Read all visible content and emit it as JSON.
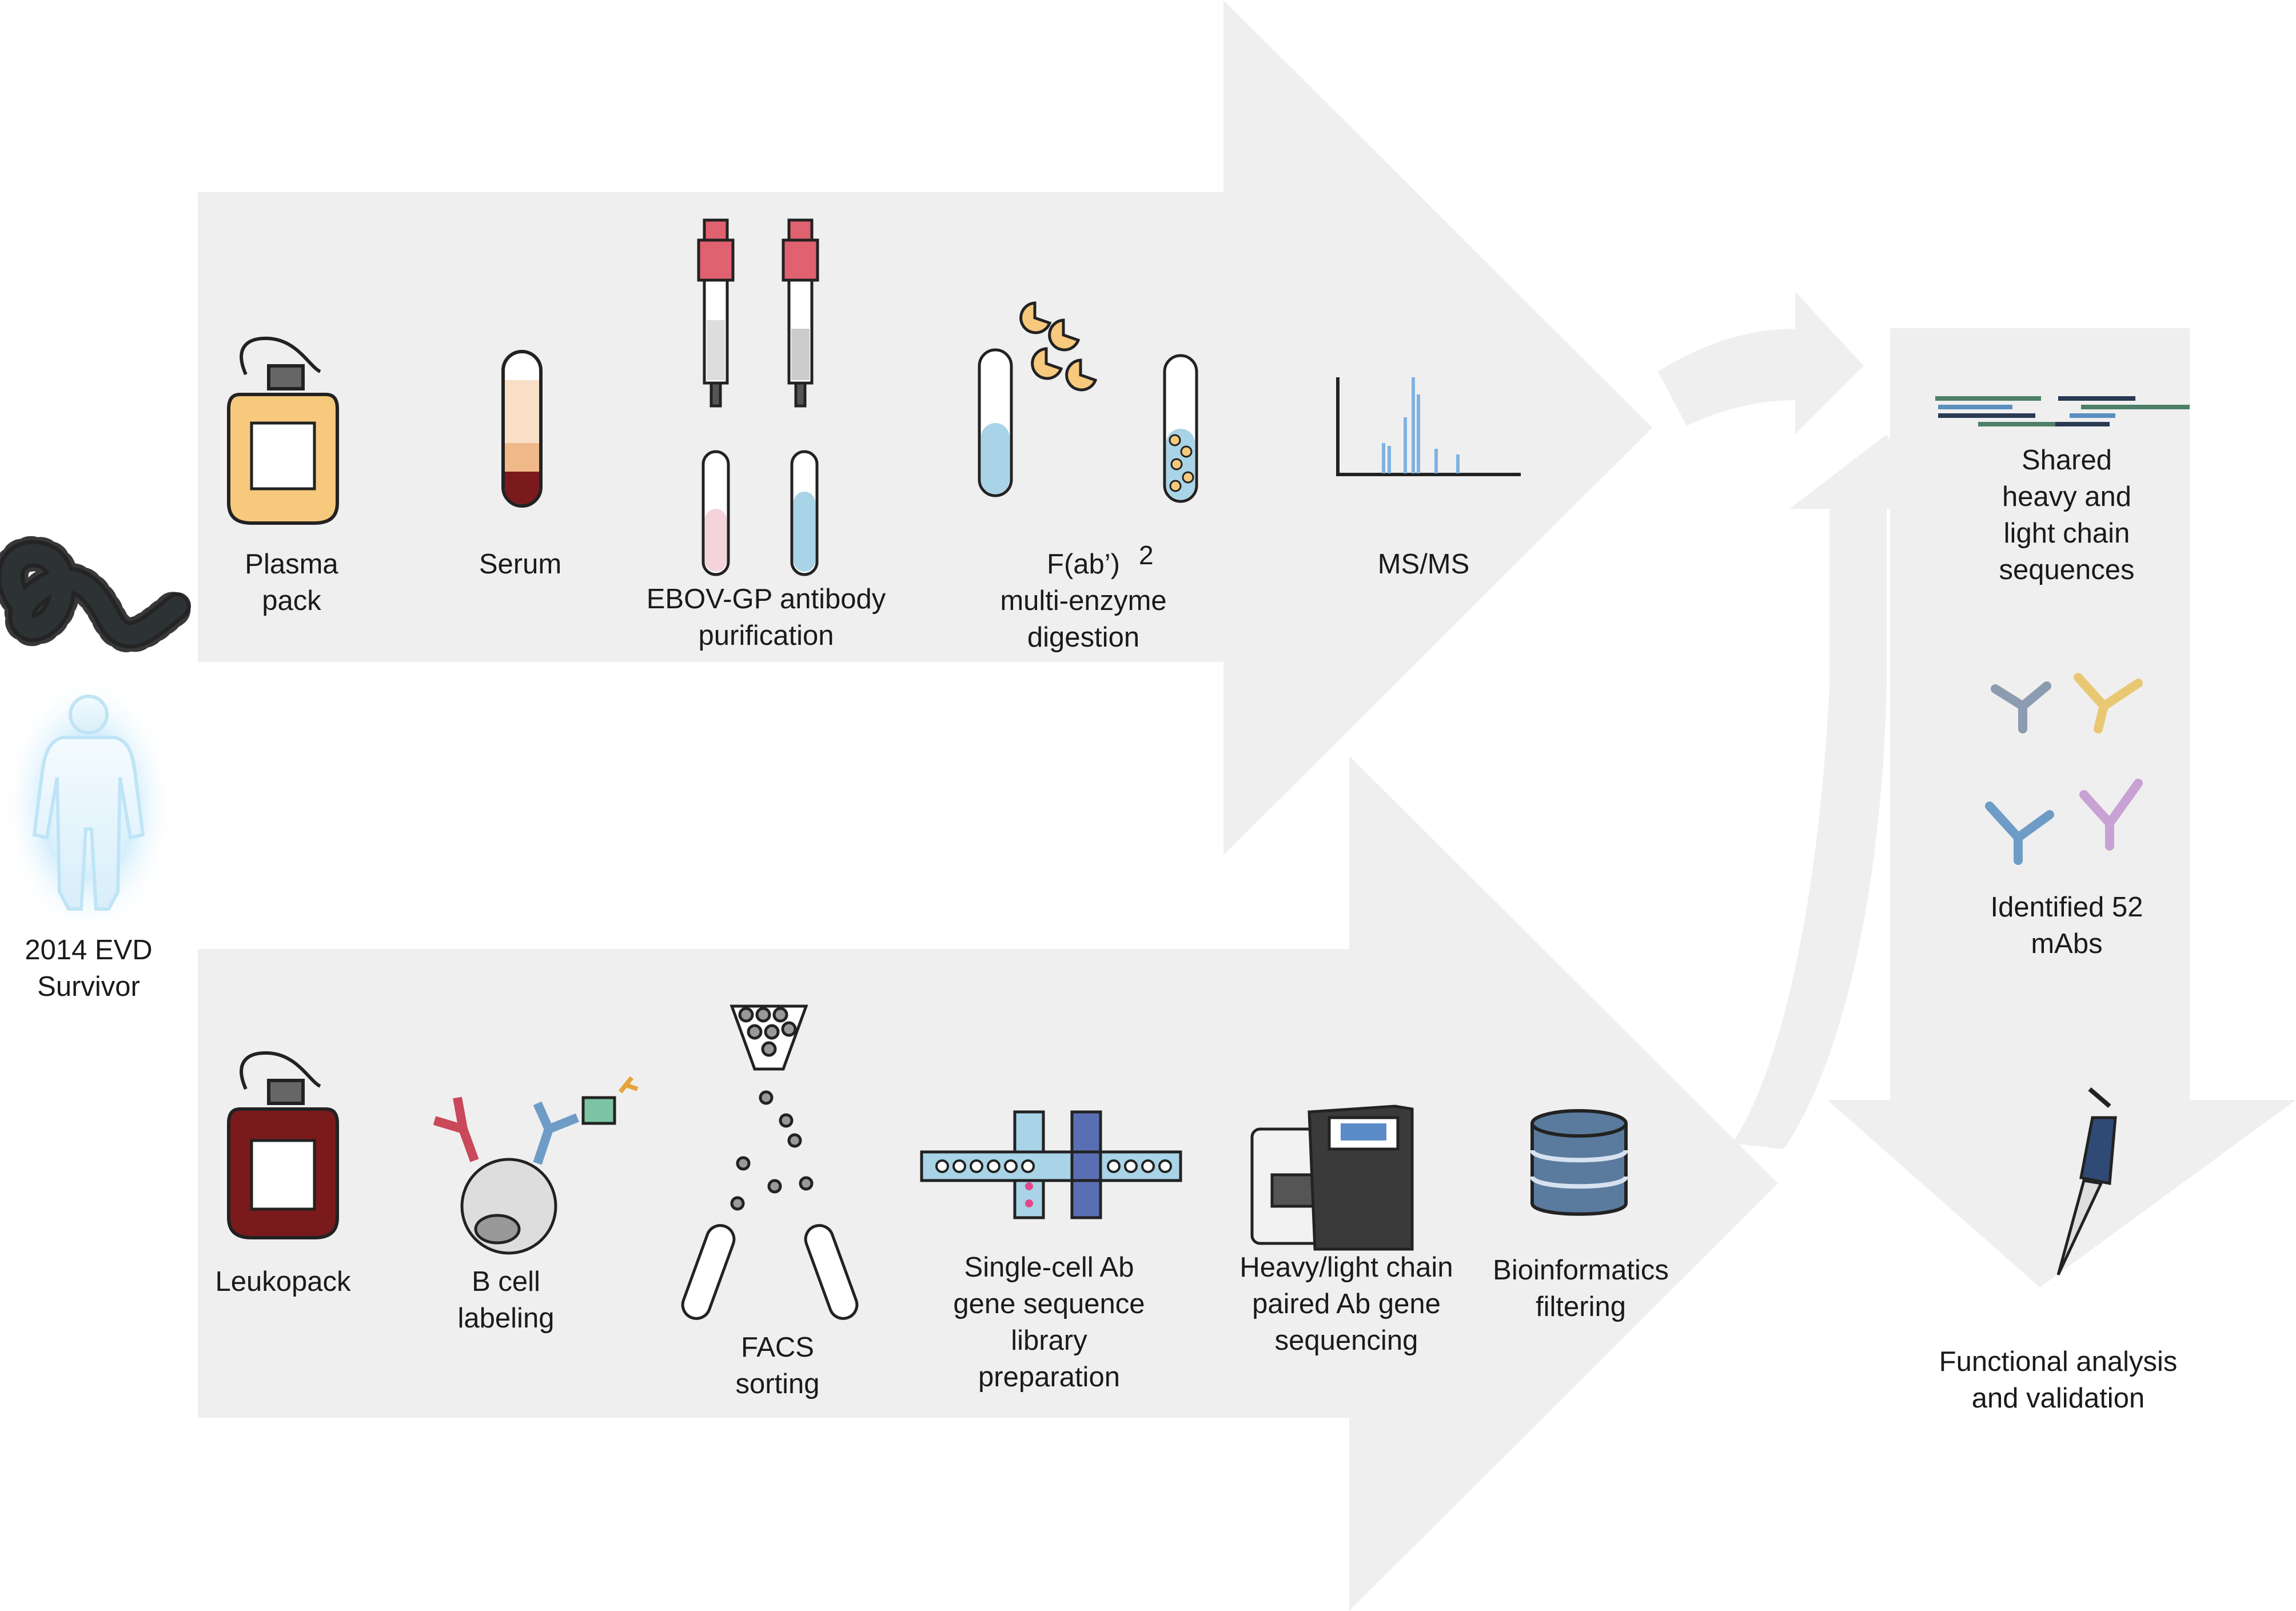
{
  "colors": {
    "arrow_fill": "#efefef",
    "plasma_bag": "#f7c97d",
    "leuko_bag": "#7a1a1c",
    "antibody_blue": "#6e9cc7",
    "column_cap": "#e0616f",
    "tube_liquid_blue": "#a9d3e6",
    "tube_liquid_pink": "#f4d3da",
    "peak_blue": "#7fb2e0",
    "db_blue": "#5b7b9e",
    "chip_blue": "#5a6fb3",
    "human_glow": "#bfe4f6"
  },
  "icons": {
    "virus": "ebola-virus-icon",
    "human": "human-silhouette-icon",
    "pipette": "pipette-icon",
    "database": "database-icon"
  },
  "survivor": {
    "label": "2014 EVD\nSurvivor"
  },
  "top_track": {
    "steps": [
      {
        "id": "plasma",
        "label": "Plasma\npack"
      },
      {
        "id": "serum",
        "label": "Serum"
      },
      {
        "id": "purification",
        "label": "EBOV-GP antibody\npurification"
      },
      {
        "id": "digestion",
        "label": "F(ab’)\nmulti-enzyme\ndigestion",
        "superscript": "2"
      },
      {
        "id": "msms",
        "label": "MS/MS"
      }
    ]
  },
  "bottom_track": {
    "steps": [
      {
        "id": "leukopack",
        "label": "Leukopack"
      },
      {
        "id": "bcell",
        "label": "B cell\nlabeling"
      },
      {
        "id": "facs",
        "label": "FACS\nsorting"
      },
      {
        "id": "library",
        "label": "Single-cell Ab\ngene sequence\nlibrary\npreparation"
      },
      {
        "id": "sequencing",
        "label": "Heavy/light chain\npaired Ab gene\nsequencing"
      },
      {
        "id": "bioinfo",
        "label": "Bioinformatics\nfiltering"
      }
    ]
  },
  "right_track": {
    "steps": [
      {
        "id": "shared",
        "label": "Shared\nheavy and\nlight chain\nsequences"
      },
      {
        "id": "mabs",
        "label": "Identified 52\nmAbs"
      },
      {
        "id": "functional",
        "label": "Functional analysis\nand validation"
      }
    ]
  }
}
